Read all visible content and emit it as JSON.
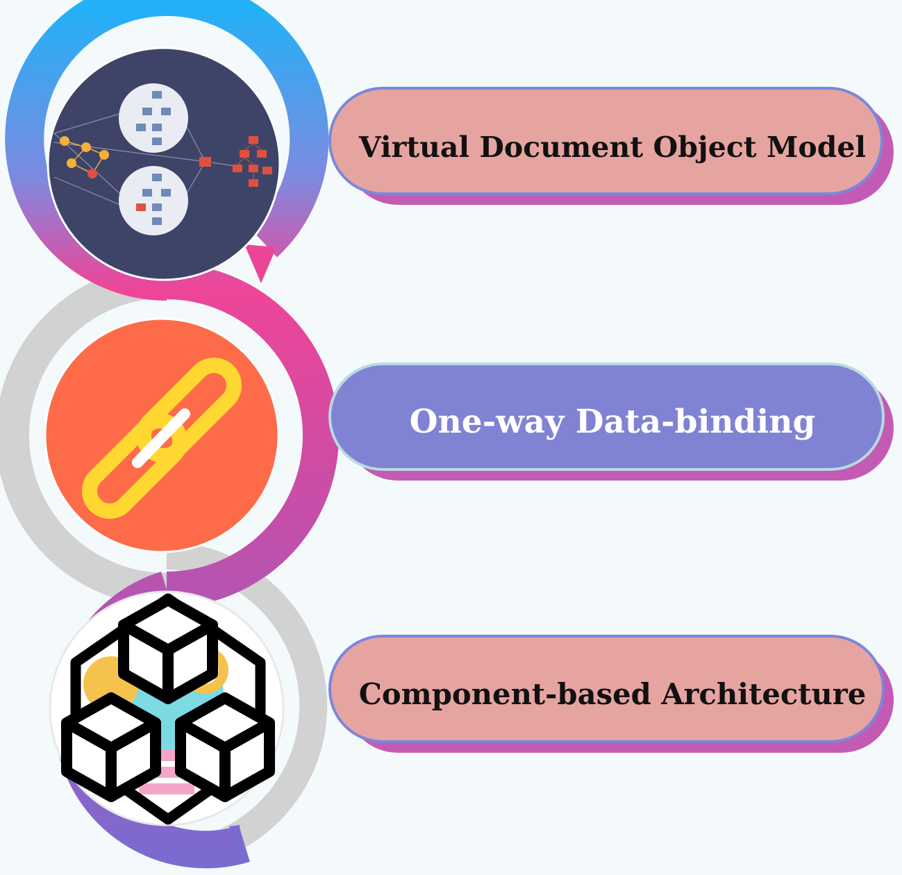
{
  "features": [
    {
      "label": "Virtual Document Object Model",
      "icon": "virtual-dom-diagram-icon",
      "pill_color": "#e6a4a0",
      "text_color": "#111111"
    },
    {
      "label": "One-way Data-binding",
      "icon": "chain-link-icon",
      "pill_color": "#8083d3",
      "text_color": "#ffffff"
    },
    {
      "label": "Component-based Architecture",
      "icon": "component-cubes-icon",
      "pill_color": "#e6a4a0",
      "text_color": "#111111"
    }
  ],
  "colors": {
    "background": "#f4fafb",
    "ribbon_top": "#22b1f7",
    "ribbon_mid": "#ee4598",
    "ribbon_bottom": "#8a6fcf",
    "ribbon_gray": "#d2d2d2",
    "pill_shadow": "#c35bb4",
    "pill_border": "#7b86dd",
    "dom_bg": "#3e4468",
    "link_bg": "#fe6b49",
    "link_yellow": "#fed831"
  }
}
